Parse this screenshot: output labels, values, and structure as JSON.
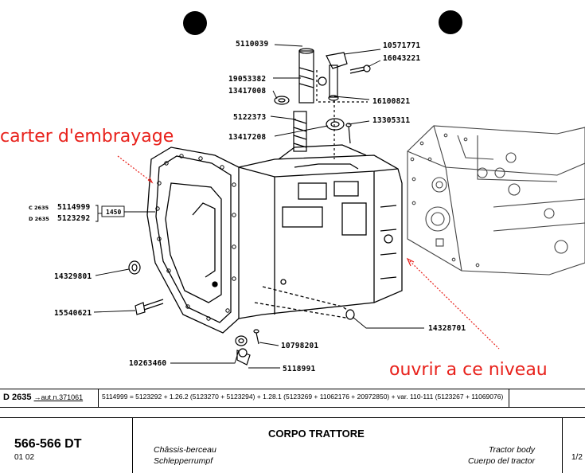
{
  "callouts": [
    "5110039",
    "10571771",
    "16043221",
    "19053382",
    "13417008",
    "16100821",
    "5122373",
    "13305311",
    "13417208",
    "14329801",
    "15540621",
    "14328701",
    "10798201",
    "10263460",
    "5118991"
  ],
  "variants": {
    "c_label": "C 2635",
    "c_part": "5114999",
    "d_label": "D 2635",
    "d_part": "5123292",
    "box": "1450"
  },
  "annotations": {
    "housing": "carter d'embrayage",
    "level": "ouvrir a ce niveau",
    "color": "#e8211b"
  },
  "footer": {
    "ref_code": "D 2635",
    "ref_note": "→aut.n.371061",
    "composition": "5114999 = 5123292 + 1.26.2 (5123270 + 5123294) + 1.28.1 (5123269 + 11062176 + 20972850) + var. 110-111 (5123267 + 11069076)",
    "model": "566-566 DT",
    "model_sub": "01  02",
    "title": "CORPO TRATTORE",
    "fr": "Châssis-berceau",
    "de": "Schlepperrumpf",
    "en": "Tractor body",
    "es": "Cuerpo del tractor",
    "page": "1/2"
  }
}
